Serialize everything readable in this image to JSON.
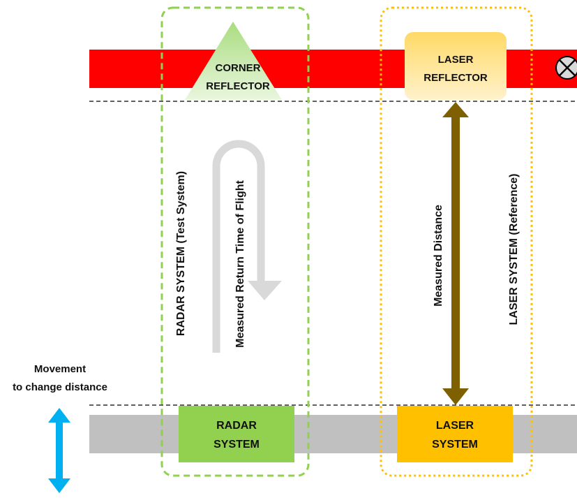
{
  "colors": {
    "top_bar": "#ff0000",
    "ground_bar": "#c0c0c0",
    "radar_box": "#92d050",
    "laser_box": "#ffc000",
    "radar_frame": "#92d050",
    "laser_frame": "#ffc000",
    "measured_distance_arrow": "#7f6000",
    "return_arrow": "#d9d9d9",
    "movement_arrow": "#00b0f0"
  },
  "corner_reflector": {
    "line1": "CORNER",
    "line2": "REFLECTOR",
    "icon": "triangle-reflector-icon"
  },
  "laser_reflector": {
    "line1": "LASER",
    "line2": "REFLECTOR"
  },
  "radar_system": {
    "line1": "RADAR",
    "line2": "SYSTEM"
  },
  "laser_system": {
    "line1": "LASER",
    "line2": "SYSTEM"
  },
  "labels": {
    "radar_frame": "RADAR SYSTEM (Test System)",
    "laser_frame": "LASER SYSTEM (Reference)",
    "return_time": "Measured Return Time of Flight",
    "measured_distance": "Measured Distance",
    "movement_line1": "Movement",
    "movement_line2": "to change distance"
  },
  "icons": {
    "target_marker": "circle-x-icon"
  }
}
